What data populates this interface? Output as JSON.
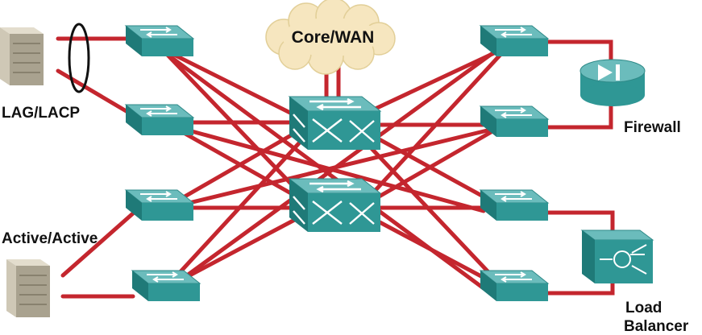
{
  "labels": {
    "core_wan": "Core/WAN",
    "lag_lacp": "LAG/LACP",
    "active_active": "Active/Active",
    "firewall": "Firewall",
    "load_balancer_line1": "Load",
    "load_balancer_line2": "Balancer"
  },
  "colors": {
    "link": "#c4262e",
    "switch_top": "#6bbcbc",
    "switch_side": "#1f7a78",
    "switch_front": "#2f9795",
    "cloud": "#f6e6bf",
    "server": "#c9c2b0",
    "lag_ellipse": "#111111"
  },
  "icons": {
    "access_switch": "switch-icon",
    "core_switch": "multilayer-switch-icon",
    "cloud": "cloud-icon",
    "server": "server-icon",
    "firewall": "firewall-icon",
    "load_balancer": "load-balancer-icon"
  }
}
